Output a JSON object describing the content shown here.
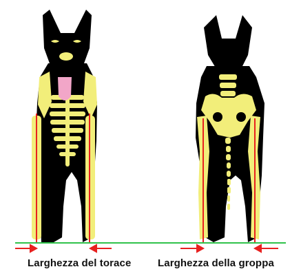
{
  "labels": {
    "chest_width": "Larghezza del torace",
    "croup_width": "Larghezza della groppa"
  },
  "colors": {
    "silhouette": "#000000",
    "skeleton": "#f2ee7a",
    "limb_axis": "#e8201f",
    "ground_line": "#2fc24a",
    "tongue": "#f2a6c8",
    "text": "#111111"
  },
  "figures": [
    {
      "name": "front-view dog",
      "view": "front"
    },
    {
      "name": "rear-view dog",
      "view": "rear"
    }
  ]
}
